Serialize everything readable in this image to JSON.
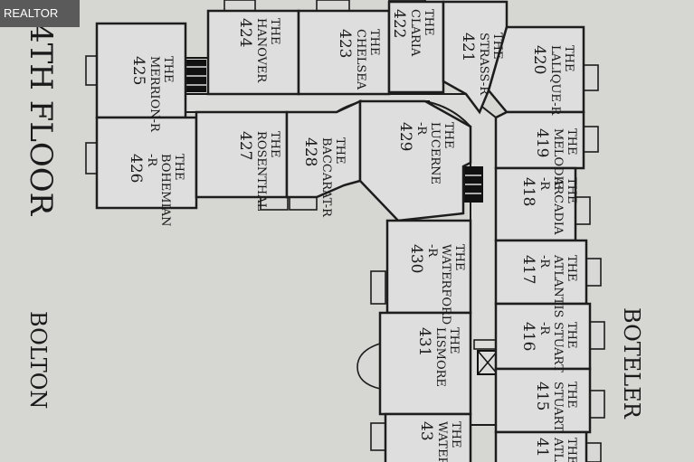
{
  "watermark": "REALTOR",
  "floor_title": "4TH FLOOR",
  "street_left": "BOLTON",
  "street_right": "BOTELER",
  "units": [
    {
      "id": "u425",
      "l1": "THE",
      "l2": "MERRION-R",
      "num": "425"
    },
    {
      "id": "u424",
      "l1": "THE",
      "l2": "HANOVER",
      "num": "424"
    },
    {
      "id": "u423",
      "l1": "THE",
      "l2": "CHELSEA",
      "num": "423"
    },
    {
      "id": "u422",
      "l1": "THE",
      "l2": "CLARIA",
      "num": "422"
    },
    {
      "id": "u421",
      "l1": "THE",
      "l2": "STRASS-R",
      "num": "421"
    },
    {
      "id": "u420",
      "l1": "THE",
      "l2": "LALIQUE-R",
      "num": "420"
    },
    {
      "id": "u426",
      "l1": "THE",
      "l2": "BOHEMIAN",
      "l3": "-R",
      "num": "426"
    },
    {
      "id": "u427",
      "l1": "THE",
      "l2": "ROSENTHAL",
      "num": "427"
    },
    {
      "id": "u428",
      "l1": "THE",
      "l2": "BACCARAT-R",
      "num": "428"
    },
    {
      "id": "u429",
      "l1": "THE",
      "l2": "LUCERNE",
      "l3": "-R",
      "num": "429"
    },
    {
      "id": "u419",
      "l1": "THE",
      "l2": "MELODIE",
      "num": "419"
    },
    {
      "id": "u418",
      "l1": "THE",
      "l2": "ARCADIA",
      "l3": "-R",
      "num": "418"
    },
    {
      "id": "u430",
      "l1": "THE",
      "l2": "WATERFORD",
      "l3": "-R",
      "num": "430"
    },
    {
      "id": "u417",
      "l1": "THE",
      "l2": "ATLANTIS",
      "l3": "-R",
      "num": "417"
    },
    {
      "id": "u416",
      "l1": "THE",
      "l2": "STUART",
      "l3": "-R",
      "num": "416"
    },
    {
      "id": "u431",
      "l1": "THE",
      "l2": "LISMORE",
      "num": "431"
    },
    {
      "id": "u415",
      "l1": "THE",
      "l2": "STUART",
      "num": "415"
    },
    {
      "id": "u432",
      "l1": "THE",
      "l2": "WATER",
      "num": "43"
    },
    {
      "id": "u414",
      "l1": "THE",
      "l2": "ATLA",
      "num": "41"
    }
  ]
}
